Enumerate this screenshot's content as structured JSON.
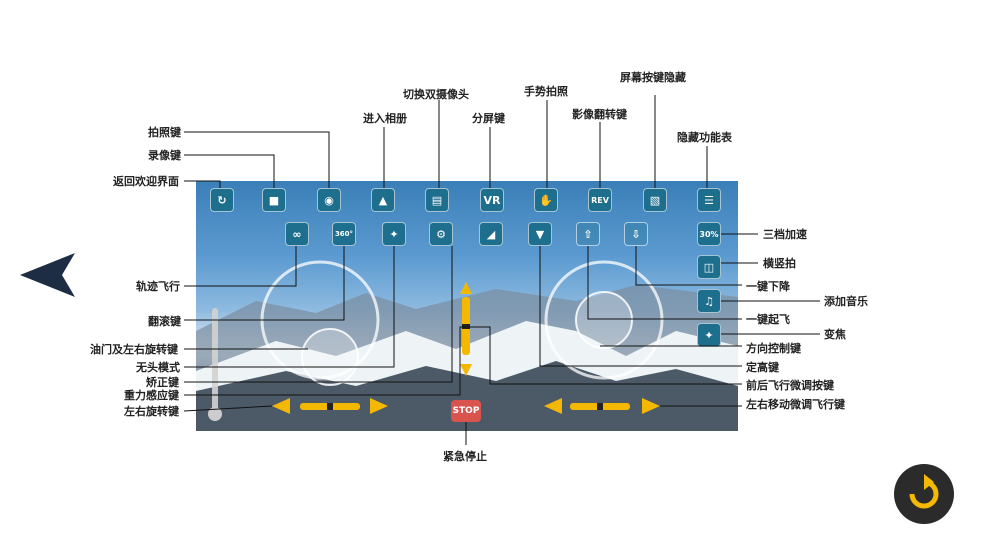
{
  "callouts": {
    "photo_key": "拍照键",
    "record_key": "录像键",
    "back_to_welcome": "返回欢迎界面",
    "enter_album": "进入相册",
    "switch_dual_camera": "切换双摄像头",
    "split_screen_key": "分屏键",
    "gesture_photo": "手势拍照",
    "image_flip_key": "影像翻转键",
    "hide_screen_buttons": "屏幕按键隐藏",
    "hide_function_table": "隐藏功能表",
    "three_speed": "三档加速",
    "landscape_portrait": "横竖拍",
    "one_key_landing": "一键下降",
    "add_music": "添加音乐",
    "one_key_takeoff": "一键起飞",
    "zoom": "变焦",
    "direction_control_key": "方向控制键",
    "altitude_hold_key": "定高键",
    "front_back_trim_key": "前后飞行微调按键",
    "left_right_trim_key": "左右移动微调飞行键",
    "trajectory_flight": "轨迹飞行",
    "flip_key": "翻滚键",
    "throttle_rotation_key": "油门及左右旋转键",
    "headless_mode": "无头模式",
    "calibration_key": "矫正键",
    "gravity_sensor_key": "重力感应键",
    "left_right_rotation_key": "左右旋转键",
    "emergency_stop": "紧急停止"
  },
  "buttons": {
    "vr_label": "VR",
    "rev_label": "REV",
    "speed_label": "30%",
    "stop_label": "STOP",
    "flip_label": "360°"
  },
  "colors": {
    "button_bg": "#1e6e8e",
    "accent_yellow": "#f5b800",
    "stop_red": "#d9534f",
    "leader_line": "#111111"
  }
}
